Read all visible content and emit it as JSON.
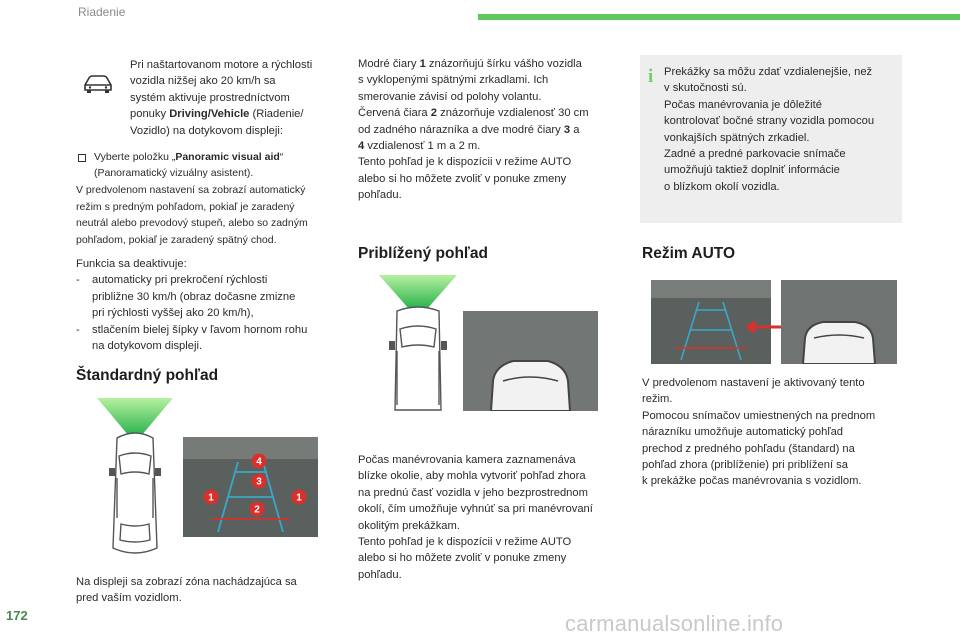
{
  "header": {
    "title": "Riadenie"
  },
  "page_number": "172",
  "watermark": "carmanualsonline.info",
  "col1": {
    "intro_lines": [
      "Pri naštartovanom motore a rýchlosti",
      "vozidla nižšej ako 20 km/h sa",
      "systém aktivuje prostredníctvom"
    ],
    "intro_line4_pre": "ponuky ",
    "intro_line4_bold": "Driving/Vehicle",
    "intro_line4_post": " (Riadenie/",
    "intro_line5": "Vozidlo) na dotykovom displeji:",
    "select_pre": "Vyberte položku „",
    "select_bold": "Panoramic visual aid",
    "select_post": "“",
    "select_line2": "(Panoramatický vizuálny asistent).",
    "default_lines": [
      "V predvolenom nastavení sa zobrazí automatický",
      "režim s predným pohľadom, pokiaľ je zaradený",
      "neutrál alebo prevodový stupeň, alebo so zadným",
      "pohľadom, pokiaľ je zaradený spätný chod."
    ],
    "deactivate_title": "Funkcia sa deaktivuje:",
    "deactivate_items": [
      [
        "automaticky pri prekročení rýchlosti",
        "približne 30 km/h (obraz dočasne zmizne",
        "pri rýchlosti vyššej ako 20 km/h),"
      ],
      [
        "stlačením bielej šípky v ľavom hornom rohu",
        "na dotykovom displeji."
      ]
    ],
    "dash": "-",
    "heading": "Štandardný pohľad",
    "bottom_lines": [
      "Na displeji sa zobrazí zóna nachádzajúca sa",
      "pred vaším vozidlom."
    ],
    "callouts": [
      "1",
      "1",
      "2",
      "3",
      "4"
    ]
  },
  "col2": {
    "p1_l1_pre": "Modré čiary ",
    "p1_l1_b": "1",
    "p1_l1_post": " znázorňujú šírku vášho vozidla",
    "p1_l2": "s vyklopenými spätnými zrkadlami. Ich",
    "p1_l3": "smerovanie závisí od polohy volantu.",
    "p1_l4_pre": "Červená čiara ",
    "p1_l4_b": "2",
    "p1_l4_post": " znázorňuje vzdialenosť 30 cm",
    "p1_l5_pre": "od zadného nárazníka a dve modré čiary ",
    "p1_l5_b": "3",
    "p1_l5_post": " a",
    "p1_l6_b": "4",
    "p1_l6_post": " vzdialenosť 1 m a 2 m.",
    "p1_tail": [
      "Tento pohľad je k dispozícii v režime AUTO",
      "alebo si ho môžete zvoliť v ponuke zmeny",
      "pohľadu."
    ],
    "heading": "Priblížený pohľad",
    "p2": [
      "Počas manévrovania kamera zaznamenáva",
      "blízke okolie, aby mohla vytvoriť pohľad zhora",
      "na prednú časť vozidla v jeho bezprostrednom",
      "okolí, čím umožňuje vyhnúť sa pri manévrovaní",
      "okolitým prekážkam.",
      "Tento pohľad je k dispozícii v režime AUTO",
      "alebo si ho môžete zvoliť v ponuke zmeny",
      "pohľadu."
    ]
  },
  "col3": {
    "info_icon": "i",
    "info_lines": [
      "Prekážky sa môžu zdať vzdialenejšie, než",
      "v skutočnosti sú.",
      "Počas manévrovania je dôležité",
      "kontrolovať bočné strany vozidla pomocou",
      "vonkajších spätných zrkadiel.",
      "Zadné a predné parkovacie snímače",
      "umožňujú taktiež doplniť informácie",
      "o blízkom okolí vozidla."
    ],
    "heading": "Režim AUTO",
    "p": [
      "V predvolenom nastavení je aktivovaný tento",
      "režim.",
      "Pomocou snímačov umiestnených na prednom",
      "nárazníku umožňuje automatický pohľad",
      "prechod z predného pohľadu (štandard) na",
      "pohľad zhora (priblíženie) pri priblížení sa",
      "k prekážke počas manévrovania s vozidlom."
    ]
  },
  "colors": {
    "accent": "#5ec85e",
    "callout": "#d9302c",
    "guide": "#3aa7c9",
    "info_bg": "#eeeeee"
  }
}
